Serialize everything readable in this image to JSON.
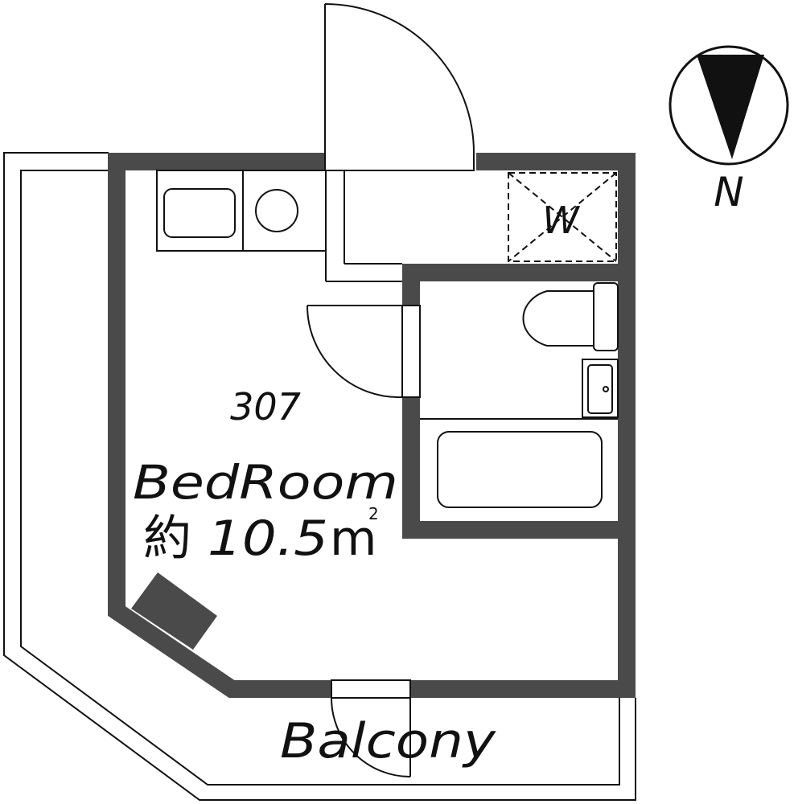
{
  "colors": {
    "wall": "#4a4a4a",
    "line": "#111111",
    "background": "#ffffff"
  },
  "labels": {
    "room_number": "307",
    "bedroom": "BedRoom",
    "area_prefix": "約",
    "area_value": "10.5",
    "area_unit": "m",
    "area_superscript": "2",
    "balcony": "Balcony",
    "washer": "W",
    "north": "N"
  },
  "icons": [
    "compass-north-icon",
    "washer-pan-icon",
    "toilet-icon",
    "bathtub-icon",
    "sink-icon",
    "stove-icon"
  ]
}
